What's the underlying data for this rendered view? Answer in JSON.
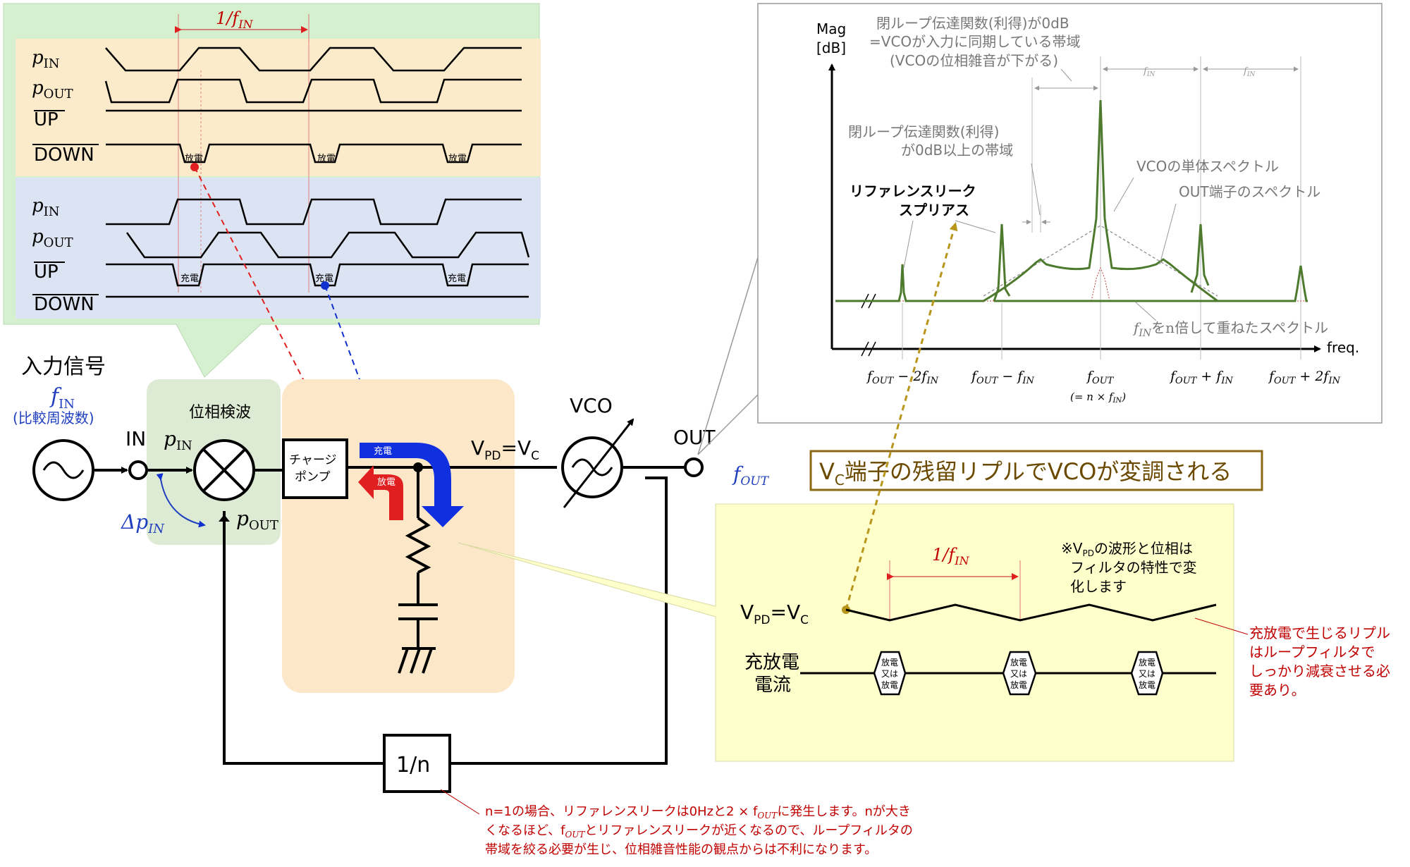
{
  "timing": {
    "period_label": "1/f",
    "period_sub": "IN",
    "panel1": {
      "sig_pin": "p",
      "sig_pin_sub": "IN",
      "sig_pout": "p",
      "sig_pout_sub": "OUT",
      "sig_up": "UP",
      "sig_down": "DOWN",
      "pulse_labels": [
        "放電",
        "放電",
        "放電"
      ]
    },
    "panel2": {
      "sig_pin": "p",
      "sig_pin_sub": "IN",
      "sig_pout": "p",
      "sig_pout_sub": "OUT",
      "sig_up": "UP",
      "sig_down": "DOWN",
      "pulse_labels": [
        "充電",
        "充電",
        "充電"
      ]
    }
  },
  "circuit": {
    "input_title": "入力信号",
    "fin": "f",
    "fin_sub": "IN",
    "fin_desc": "(比較周波数)",
    "in_label": "IN",
    "pd_label": "位相検波",
    "pd_pin": "p",
    "pd_pin_sub": "IN",
    "pd_pout": "p",
    "pd_pout_sub": "OUT",
    "dp": "Δp",
    "dp_sub": "IN",
    "cp_line1": "チャージ",
    "cp_line2": "ポンプ",
    "charge_tag": "充電",
    "discharge_tag": "放電",
    "vpd": "V",
    "vpd_sub": "PD",
    "vpd_eq": "=V",
    "vpd_sub2": "C",
    "vco_label": "VCO",
    "out_label": "OUT",
    "fout": "f",
    "fout_sub": "OUT",
    "divider": "1/n",
    "note": [
      "n=1の場合、リファレンスリークは0Hzと2 × f",
      "OUT",
      "に発生します。nが大き",
      "くなるほど、f",
      "OUT",
      "とリファレンスリークが近くなるので、ループフィルタの",
      "帯域を絞る必要が生じ、位相雑音性能の観点からは不利になります。"
    ]
  },
  "spectrum": {
    "y_label_1": "Mag",
    "y_label_2": "[dB]",
    "x_label": "freq.",
    "ann_lock": [
      "閉ループ伝達関数(利得)が0dB",
      "=VCOが入力に同期している帯域",
      "(VCOの位相雑音が下がる)"
    ],
    "ann_gain": [
      "閉ループ伝達関数(利得)",
      "が0dB以上の帯域"
    ],
    "ann_ref": [
      "リファレンスリーク",
      "スプリアス"
    ],
    "ann_vco": "VCOの単体スペクトル",
    "ann_out": "OUT端子のスペクトル",
    "ann_fin_n": [
      "f",
      "IN",
      "をn倍して重ねたスペクトル"
    ],
    "fin_tick": "f",
    "fin_tick_sub": "IN",
    "x_ticks": [
      {
        "main": "f",
        "sub": "OUT",
        "tail": " − 2f",
        "tail_sub": "IN"
      },
      {
        "main": "f",
        "sub": "OUT",
        "tail": " − f",
        "tail_sub": "IN"
      },
      {
        "main": "f",
        "sub": "OUT",
        "tail": "",
        "tail_sub": ""
      },
      {
        "main": "f",
        "sub": "OUT",
        "tail": " + f",
        "tail_sub": "IN"
      },
      {
        "main": "f",
        "sub": "OUT",
        "tail": " + 2f",
        "tail_sub": "IN"
      }
    ],
    "center_note": "(= n × f",
    "center_note_sub": "IN",
    "center_note_end": ")"
  },
  "ripple": {
    "banner": [
      "V",
      "C",
      "端子の残留リプルでVCOが変調される"
    ],
    "period": "1/f",
    "period_sub": "IN",
    "note": [
      "※V",
      "PD",
      "の波形と位相は",
      "フィルタの特性で変",
      "化します"
    ],
    "vpd": "V",
    "vpd_sub": "PD",
    "vpd_eq": "=V",
    "vpd_sub2": "C",
    "current_1": "充放電",
    "current_2": "電流",
    "hex_labels": [
      "放電",
      "又は",
      "放電"
    ],
    "side_note": [
      "充放電で生じるリプル",
      "はループフィルタで",
      "しっかり減衰させる必",
      "要あり。"
    ]
  },
  "colors": {
    "panel1_bg": "#FCEBCB",
    "panel2_bg": "#DCE3F2",
    "timing_outer": "#D5F0CF",
    "pd_bg": "#DDEBD4",
    "filter_bg": "#FCE8C8",
    "ripple_bg": "#FFFFCC",
    "spectrum_line": "#4E7A2E",
    "red": "#C00000",
    "blue": "#1F3FBF",
    "banner_border": "#8B6914"
  }
}
